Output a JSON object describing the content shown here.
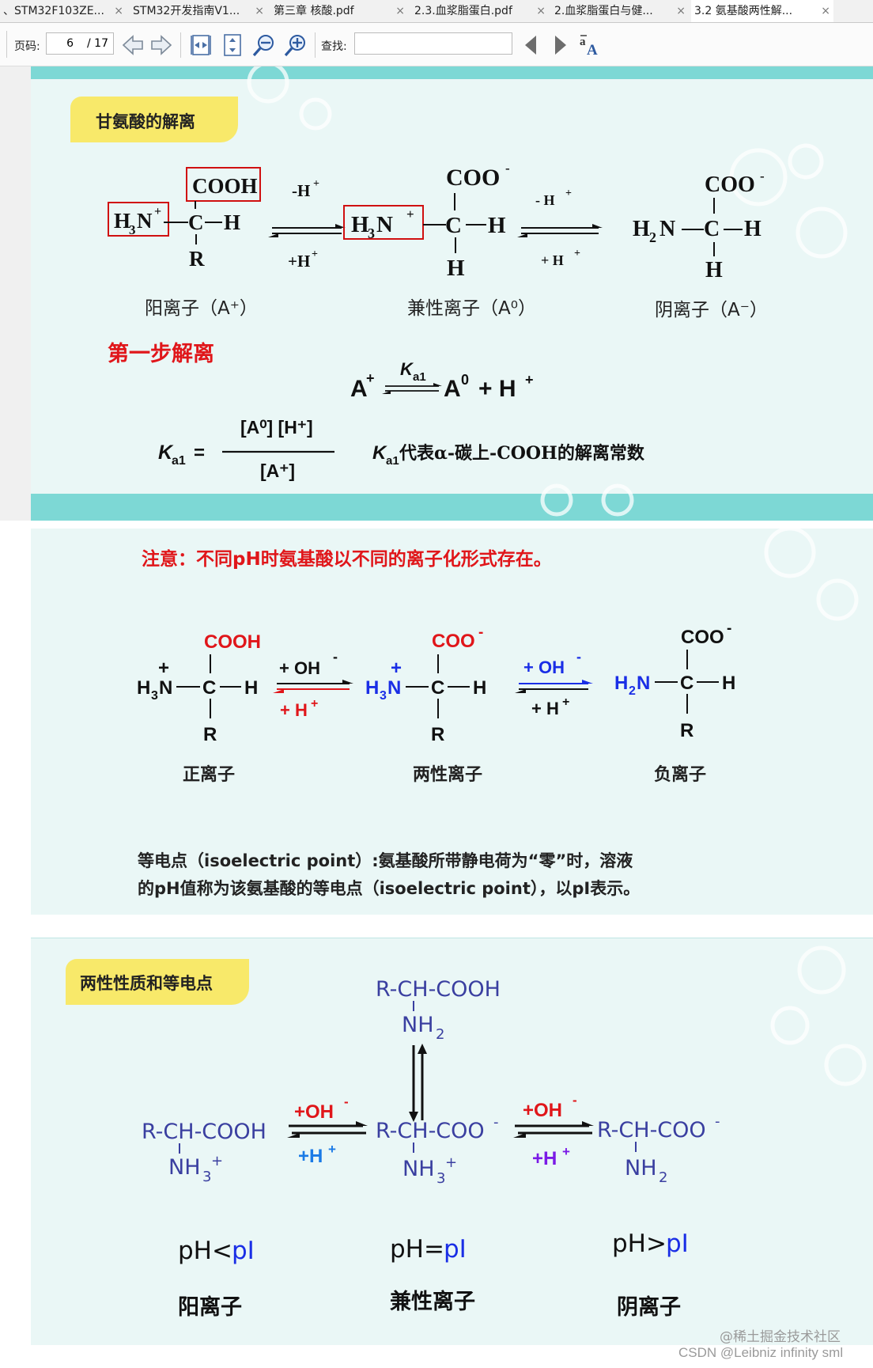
{
  "tabs": [
    {
      "label": "、STM32F103ZE...",
      "close": "×"
    },
    {
      "label": "STM32开发指南V1...",
      "close": "×"
    },
    {
      "label": "第三章 核酸.pdf",
      "close": "×"
    },
    {
      "label": "2.3.血浆脂蛋白.pdf",
      "close": "×"
    },
    {
      "label": "2.血浆脂蛋白与健...",
      "close": "×"
    },
    {
      "label": "3.2 氨基酸两性解...",
      "close": "×"
    }
  ],
  "toolbar": {
    "page_label": "页码:",
    "page_value": "6",
    "page_total": "/ 17",
    "find_label": "查找:",
    "search_value": ""
  },
  "slide1": {
    "title": "甘氨酸的解离",
    "cooh": "COOH",
    "h3n": "H",
    "h3n_sub": "3",
    "h3n_n": "N",
    "plus": "+",
    "c": "C",
    "h": "H",
    "r": "R",
    "coo": "COO",
    "minus": "-",
    "h2n": "H",
    "h2n_sub": "2",
    "h2n_n": "N",
    "arrow1_top": "-H",
    "arrow1_bottom": "+H",
    "arrow2_top": "- H",
    "arrow2_bottom": "+ H",
    "label_cation": "阳离子（A⁺）",
    "label_zwitter": "兼性离子（A⁰）",
    "label_anion": "阴离子（A⁻）",
    "step": "第一步解离",
    "eq_a": "A",
    "eq_k": "K",
    "eq_k_sub": "a1",
    "eq_rhs": "A",
    "eq_rhs_sup": "0",
    "eq_plus": "+ H",
    "eq_plus_sup": "+",
    "ka_left": "K",
    "ka_left_sub": "a1",
    "ka_eq": "=",
    "ka_num": "[A⁰] [H⁺]",
    "ka_den": "[A⁺]",
    "ka_desc_k": "K",
    "ka_desc_sub": "a1",
    "ka_desc": "代表α-碳上-COOH的解离常数"
  },
  "slide2": {
    "note": "注意：不同pH时氨基酸以不同的离子化形式存在。",
    "cooh": "COOH",
    "coo": "COO",
    "minus": "-",
    "plus": "+",
    "h3n": "H",
    "h3n_sub": "3",
    "h3n_n": "N",
    "h2n": "H",
    "h2n_sub": "2",
    "h2n_n": "N",
    "c": "C",
    "h": "H",
    "r": "R",
    "arrow1_top": "+ OH",
    "arrow1_bottom": "+ H",
    "arrow2_top": "+ OH",
    "arrow2_bottom": "+ H",
    "label_pos": "正离子",
    "label_zwitter": "两性离子",
    "label_neg": "负离子",
    "pi_line1": "等电点（isoelectric point）:氨基酸所带静电荷为“零”时，溶液",
    "pi_line2": "的pH值称为该氨基酸的等电点（isoelectric point），以pI表示。"
  },
  "slide3": {
    "title": "两性性质和等电点",
    "top_formula": "R-CH-COOH",
    "top_nh": "NH",
    "top_nh_sub": "2",
    "left_formula": "R-CH-COOH",
    "left_nh": "NH",
    "left_nh_sub": "3",
    "left_nh_sup": "+",
    "mid_formula": "R-CH-COO",
    "mid_sup": "-",
    "mid_nh": "NH",
    "mid_nh_sub": "3",
    "mid_nh_sup": "+",
    "right_formula": "R-CH-COO",
    "right_sup": "-",
    "right_nh": "NH",
    "right_nh_sub": "2",
    "oh1": "+OH",
    "oh1_sup": "-",
    "h1": "+H",
    "h1_sup": "+",
    "oh2": "+OH",
    "oh2_sup": "-",
    "h2": "+H",
    "h2_sup": "+",
    "ph1": "pH<",
    "ph1_pi": "pI",
    "ph2": "pH=",
    "ph2_pi": "pI",
    "ph3": "pH>",
    "ph3_pi": "pI",
    "label1": "阳离子",
    "label2": "兼性离子",
    "label3": "阴离子"
  },
  "watermark1": "@稀土掘金技术社区",
  "watermark2": "CSDN @Leibniz infinity sml",
  "colors": {
    "teal_band": "#7dd8d5",
    "slide_bg": "#eaf7f6",
    "yellow_tag": "#f8e96a",
    "red": "#e0161a",
    "blue": "#1a2ee6",
    "navy": "#3a3fa0"
  }
}
